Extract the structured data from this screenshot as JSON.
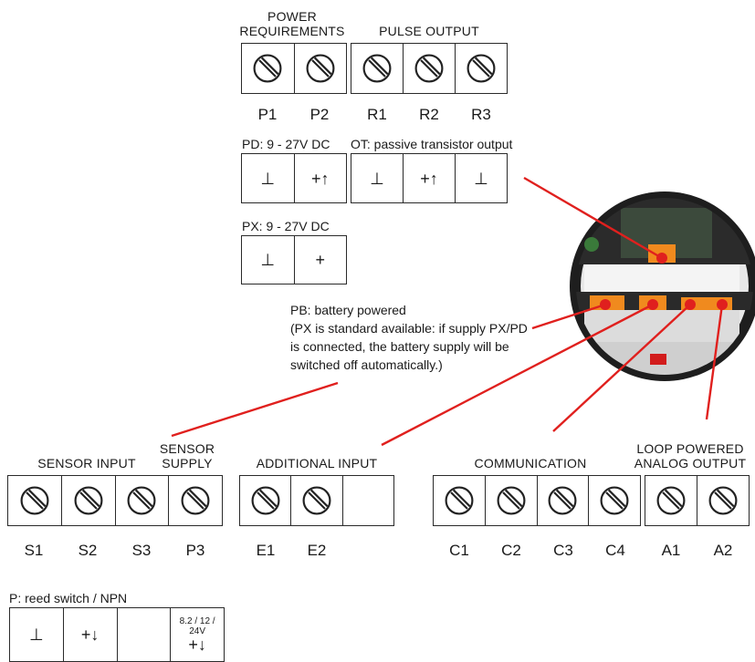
{
  "top": {
    "power_header_line1": "POWER",
    "power_header_line2": "REQUIREMENTS",
    "pulse_header": "PULSE OUTPUT",
    "labels": [
      "P1",
      "P2",
      "R1",
      "R2",
      "R3"
    ],
    "pd_label": "PD: 9 - 27V DC",
    "ot_label": "OT: passive transistor output",
    "px_label": "PX: 9 - 27V DC",
    "pd_cells": [
      "⊥",
      "+↑"
    ],
    "ot_cells": [
      "⊥",
      "+↑",
      "⊥"
    ],
    "px_cells": [
      "⊥",
      "+"
    ]
  },
  "note": {
    "line1": "PB: battery powered",
    "line2": "(PX is standard available: if supply PX/PD",
    "line3": "is connected, the battery supply will be",
    "line4": "switched off automatically.)"
  },
  "bottom": {
    "sensor_input_header": "SENSOR INPUT",
    "sensor_supply_line1": "SENSOR",
    "sensor_supply_line2": "SUPPLY",
    "additional_header": "ADDITIONAL INPUT",
    "communication_header": "COMMUNICATION",
    "loop_line1": "LOOP POWERED",
    "loop_line2": "ANALOG OUTPUT",
    "sensor_labels": [
      "S1",
      "S2",
      "S3",
      "P3"
    ],
    "additional_labels": [
      "E1",
      "E2"
    ],
    "comm_labels": [
      "C1",
      "C2",
      "C3",
      "C4"
    ],
    "analog_labels": [
      "A1",
      "A2"
    ],
    "reed_label": "P: reed switch / NPN",
    "reed_cells": [
      "⊥",
      "+↓",
      "",
      "8.2 / 12 / 24V",
      "+↓"
    ]
  },
  "colors": {
    "leader": "#e0201e",
    "terminal": "#f08a1e",
    "housing": "#1e1e1e"
  }
}
